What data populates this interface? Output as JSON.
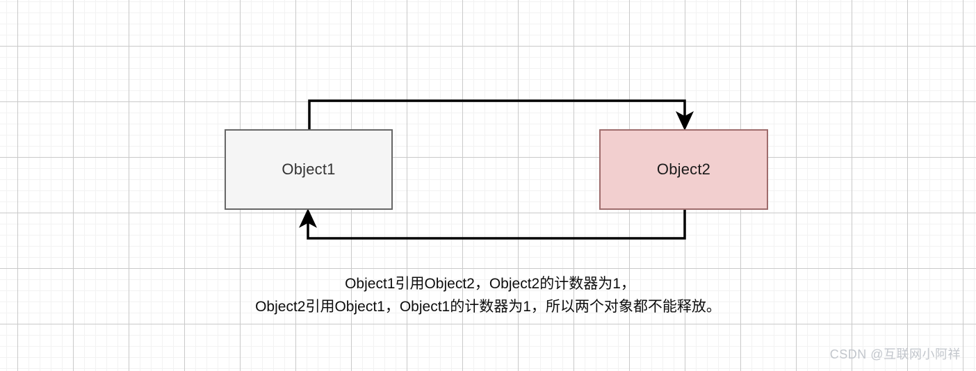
{
  "diagram": {
    "type": "reference-counting-cycle",
    "nodes": [
      {
        "id": "object1",
        "label": "Object1",
        "fill": "#f5f5f5",
        "stroke": "#666666"
      },
      {
        "id": "object2",
        "label": "Object2",
        "fill": "#f2cfcf",
        "stroke": "#9e6c6c"
      }
    ],
    "edges": [
      {
        "id": "edge-object1-to-object2",
        "from": "object1",
        "to": "object2",
        "label": "",
        "arrow": "to-target",
        "color": "#000000"
      },
      {
        "id": "edge-object2-to-object1",
        "from": "object2",
        "to": "object1",
        "label": "",
        "arrow": "to-target",
        "color": "#000000"
      }
    ]
  },
  "caption": {
    "line1": "Object1引用Object2，Object2的计数器为1，",
    "line2": "Object2引用Object1，Object1的计数器为1，所以两个对象都不能释放。"
  },
  "watermark": {
    "text": "CSDN @互联网小阿祥",
    "color": "#c2c6cc"
  },
  "background": {
    "paper_color": "#ffffff",
    "minor_grid_color": "#f2f2f2",
    "major_grid_color": "#c9c9c9"
  }
}
